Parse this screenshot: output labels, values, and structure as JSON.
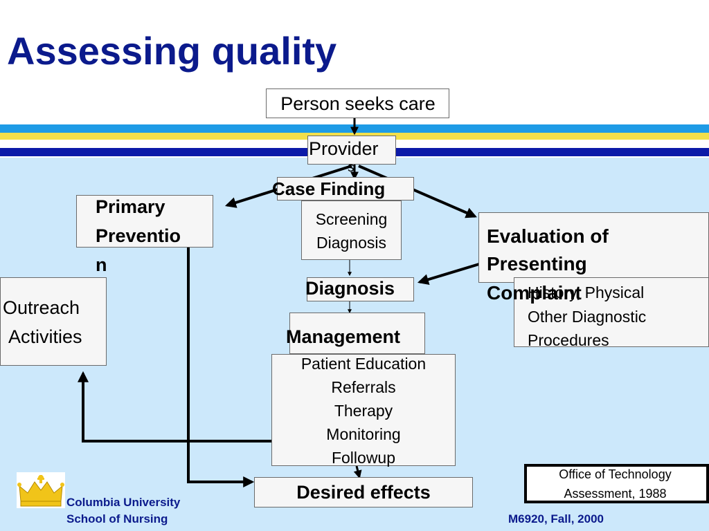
{
  "title": "Assessing quality",
  "colors": {
    "title": "#0b1a8c",
    "band_blue": "#1e9be6",
    "band_yellow": "#f3df4a",
    "band_navy": "#0c1aa8",
    "panel": "#cce8fb"
  },
  "nodes": {
    "person_seeks_care": "Person seeks care",
    "provider": "Provider",
    "provider_overflow": "s",
    "case_finding": "Case Finding",
    "screening": "Screening",
    "diagnosis_sub": "Diagnosis",
    "primary_prevention": [
      "Primary",
      "Preventio",
      "n"
    ],
    "outreach": [
      "Outreach",
      "Activities"
    ],
    "evaluation": [
      "Evaluation of",
      "Presenting",
      "Complaint"
    ],
    "history_physical": "History, Physical",
    "other_diagnostic": "Other Diagnostic",
    "procedures": "Procedures",
    "diagnosis": "Diagnosis",
    "management": "Management",
    "management_items": [
      "Patient Education",
      "Referrals",
      "Therapy",
      "Monitoring",
      "Followup"
    ],
    "desired_effects": "Desired effects"
  },
  "source_note": [
    "Office of Technology",
    "Assessment, 1988"
  ],
  "footer": {
    "institution_line1": "Columbia University",
    "institution_line2": "School of Nursing",
    "course": "M6920, Fall, 2000",
    "logo_icon": "crown-icon"
  }
}
